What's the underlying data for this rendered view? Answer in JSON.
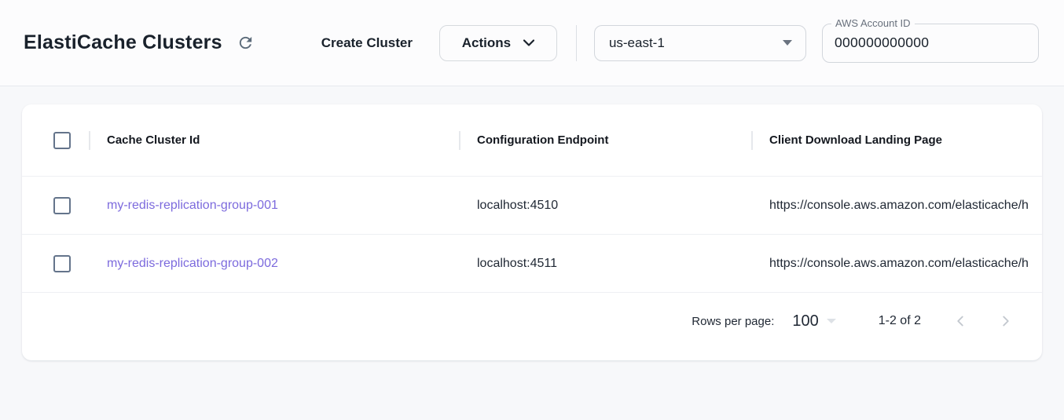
{
  "header": {
    "title": "ElastiCache Clusters",
    "create_button_label": "Create Cluster",
    "actions_button_label": "Actions",
    "region_selector": {
      "value": "us-east-1"
    },
    "account_field": {
      "label": "AWS Account ID",
      "value": "000000000000"
    }
  },
  "table": {
    "columns": [
      "Cache Cluster Id",
      "Configuration Endpoint",
      "Client Download Landing Page"
    ],
    "rows": [
      {
        "id": "my-redis-replication-group-001",
        "endpoint": "localhost:4510",
        "landing_page": "https://console.aws.amazon.com/elasticache/h"
      },
      {
        "id": "my-redis-replication-group-002",
        "endpoint": "localhost:4511",
        "landing_page": "https://console.aws.amazon.com/elasticache/h"
      }
    ]
  },
  "pagination": {
    "rows_per_page_label": "Rows per page:",
    "rows_per_page_value": "100",
    "range_label": "1-2 of 2"
  },
  "colors": {
    "link_purple": "#7c6add",
    "icon_slate": "#5c6b7a",
    "checkbox_border": "#64748b",
    "page_background": "#f7f8fa"
  }
}
